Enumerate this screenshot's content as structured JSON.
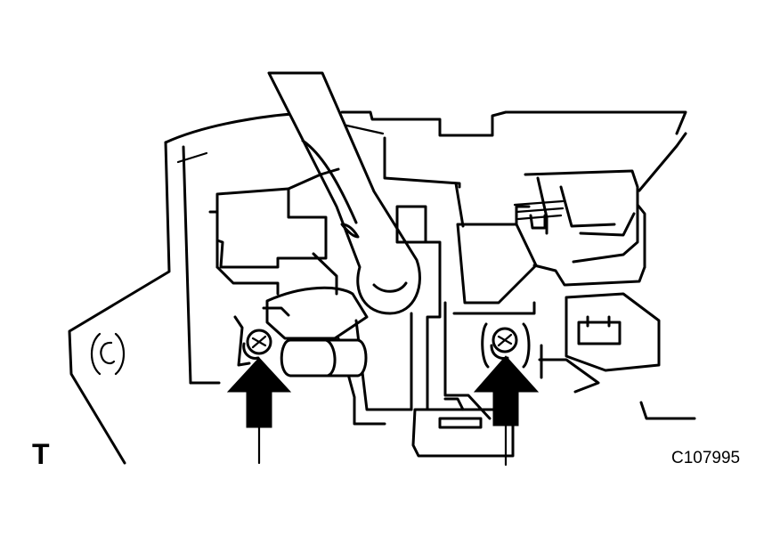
{
  "labels": {
    "corner_letter": "T",
    "figure_code": "C107995"
  },
  "colors": {
    "ink": "#000000",
    "background": "#ffffff"
  },
  "callouts": [
    {
      "name": "left-bolt-arrow",
      "icon": "up-arrow",
      "target": "left-bolt"
    },
    {
      "name": "right-bolt-arrow",
      "icon": "up-arrow",
      "target": "right-bolt"
    }
  ]
}
